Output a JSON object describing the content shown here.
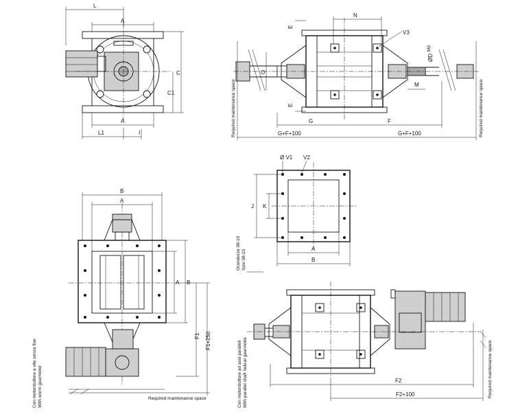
{
  "dimensions": {
    "L": "L",
    "A": "A",
    "C": "C",
    "C1": "C1",
    "L1": "L1",
    "I": "I",
    "E": "E",
    "N": "N",
    "V3": "V3",
    "O": "O",
    "M": "M",
    "OD": "ØD",
    "M6": "M6",
    "G": "G",
    "F": "F",
    "G_F100": "G+F+100",
    "OV1": "Ø V1",
    "V2": "V2",
    "J": "J",
    "K": "K",
    "B": "B",
    "F1": "F1",
    "F1_250": "F1+250",
    "F2": "F2",
    "F2_100": "F2+100"
  },
  "notes": {
    "required_maintenance_space": "Required maintenance space",
    "size_it": "Grandezze 08-10",
    "size_en": "Size 08-10",
    "worm_it": "Con motoriduttore a vite senza fine",
    "worm_en": "With worm gearmotor",
    "parallel_it": "Con motoriduttore ad assi paralleli",
    "parallel_en": "With parallel shaft helical gearmotor"
  },
  "colors": {
    "line": "#111111",
    "motor_fill": "#cfcfcf",
    "background": "#ffffff"
  }
}
